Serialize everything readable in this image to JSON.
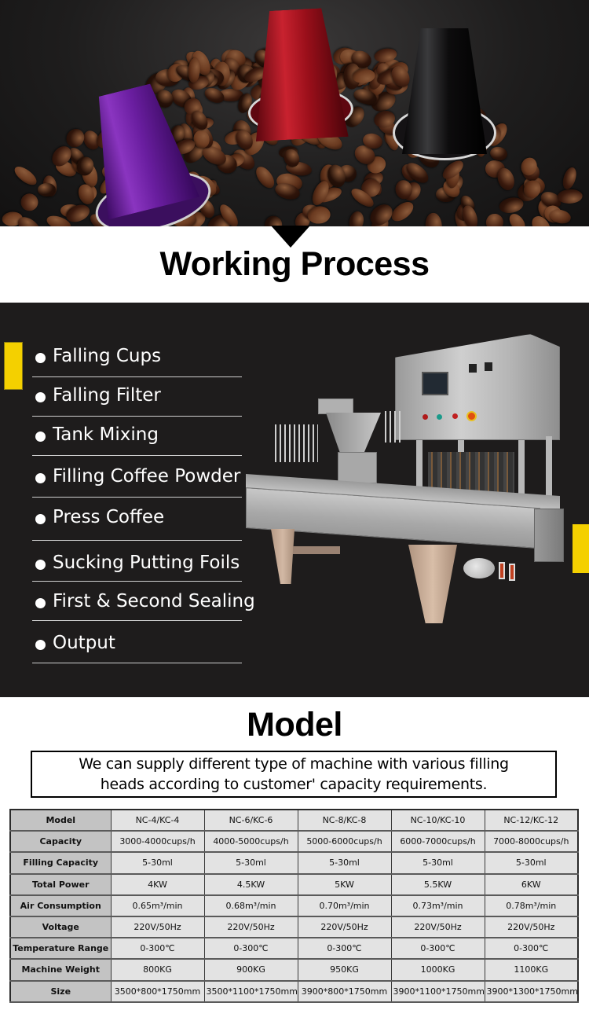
{
  "hero": {
    "image_alt": "coffee capsules on coffee beans",
    "capsules": [
      {
        "name": "purple-capsule",
        "color": "#5a1a8a"
      },
      {
        "name": "red-capsule",
        "color": "#9a0f1a"
      },
      {
        "name": "black-capsule",
        "color": "#0c0b0c"
      }
    ]
  },
  "working_process": {
    "title": "Working Process",
    "accent_color": "#f4d000",
    "background_color": "#1e1c1c",
    "steps": [
      {
        "label": "Falling Cups"
      },
      {
        "label": "Falling Filter"
      },
      {
        "label": "Tank Mixing"
      },
      {
        "label": "Filling Coffee Powder"
      },
      {
        "label": "Press Coffee"
      },
      {
        "label": "Sucking Putting Foils"
      },
      {
        "label": "First & Second Sealing"
      },
      {
        "label": "Output"
      }
    ],
    "machine_image_alt": "stainless steel coffee capsule filling and sealing machine"
  },
  "model": {
    "title": "Model",
    "description": "We can supply different type of machine with various filling heads according to customer' capacity requirements.",
    "description_lines": [
      "We can supply different type of machine with various filling",
      "heads according to customer' capacity requirements."
    ],
    "table": {
      "columns": [
        "Model",
        "NC-4/KC-4",
        "NC-6/KC-6",
        "NC-8/KC-8",
        "NC-10/KC-10",
        "NC-12/KC-12"
      ],
      "rows": [
        {
          "label": "Capacity",
          "values": [
            "3000-4000cups/h",
            "4000-5000cups/h",
            "5000-6000cups/h",
            "6000-7000cups/h",
            "7000-8000cups/h"
          ]
        },
        {
          "label": "Filling Capacity",
          "values": [
            "5-30ml",
            "5-30ml",
            "5-30ml",
            "5-30ml",
            "5-30ml"
          ]
        },
        {
          "label": "Total Power",
          "values": [
            "4KW",
            "4.5KW",
            "5KW",
            "5.5KW",
            "6KW"
          ]
        },
        {
          "label": "Air Consumption",
          "values": [
            "0.65m³/min",
            "0.68m³/min",
            "0.70m³/min",
            "0.73m³/min",
            "0.78m³/min"
          ]
        },
        {
          "label": "Voltage",
          "values": [
            "220V/50Hz",
            "220V/50Hz",
            "220V/50Hz",
            "220V/50Hz",
            "220V/50Hz"
          ]
        },
        {
          "label": "Temperature Range",
          "values": [
            "0-300℃",
            "0-300℃",
            "0-300℃",
            "0-300℃",
            "0-300℃"
          ]
        },
        {
          "label": "Machine Weight",
          "values": [
            "800KG",
            "900KG",
            "950KG",
            "1000KG",
            "1100KG"
          ]
        },
        {
          "label": "Size",
          "values": [
            "3500*800*1750mm",
            "3500*1100*1750mm",
            "3900*800*1750mm",
            "3900*1100*1750mm",
            "3900*1300*1750mm"
          ]
        }
      ]
    }
  }
}
